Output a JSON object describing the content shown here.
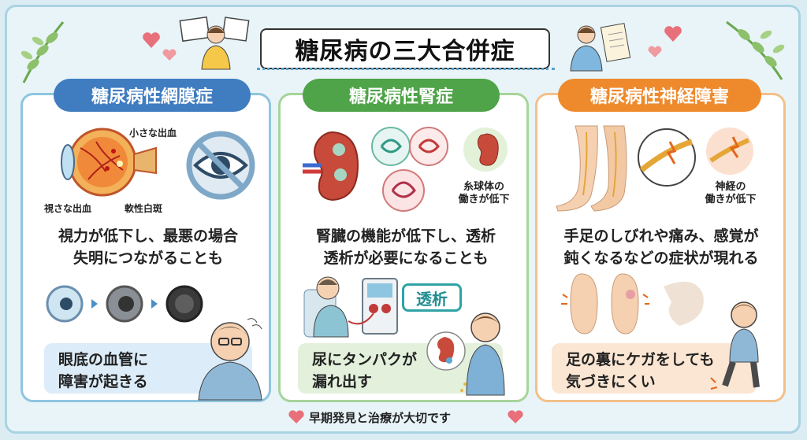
{
  "title": "糖尿病の三大合併症",
  "footer": "早期発見と治療が大切です",
  "sections": [
    {
      "heading": "糖尿病性網膜症",
      "labels": {
        "small_bleed": "小さな出血",
        "visual_bleed": "視さな出血",
        "soft_exudate": "軟性白斑"
      },
      "description_line1": "視力が低下し、最悪の場合",
      "description_line2": "失明につながることも",
      "box_line1": "眼底の血管に",
      "box_line2": "障害が起きる"
    },
    {
      "heading": "糖尿病性腎症",
      "labels": {
        "glomerulus_line1": "糸球体の",
        "glomerulus_line2": "働きが低下",
        "dialysis_tag": "透析"
      },
      "description_line1": "腎臓の機能が低下し、透析",
      "description_line2": "透析が必要になることも",
      "box_line1": "尿にタンパクが",
      "box_line2": "漏れ出す"
    },
    {
      "heading": "糖尿病性神経障害",
      "labels": {
        "nerve_line1": "神経の",
        "nerve_line2": "働きが低下"
      },
      "description_line1": "手足のしびれや痛み、感覚が",
      "description_line2": "鈍くなるなどの症状が現れる",
      "box_line1": "足の裏にケガをしても",
      "box_line2": "気づきにくい"
    }
  ],
  "colors": {
    "blue": "#3f7cc0",
    "green": "#4fa348",
    "orange": "#ee8a2c",
    "heart": "#e8707a"
  }
}
